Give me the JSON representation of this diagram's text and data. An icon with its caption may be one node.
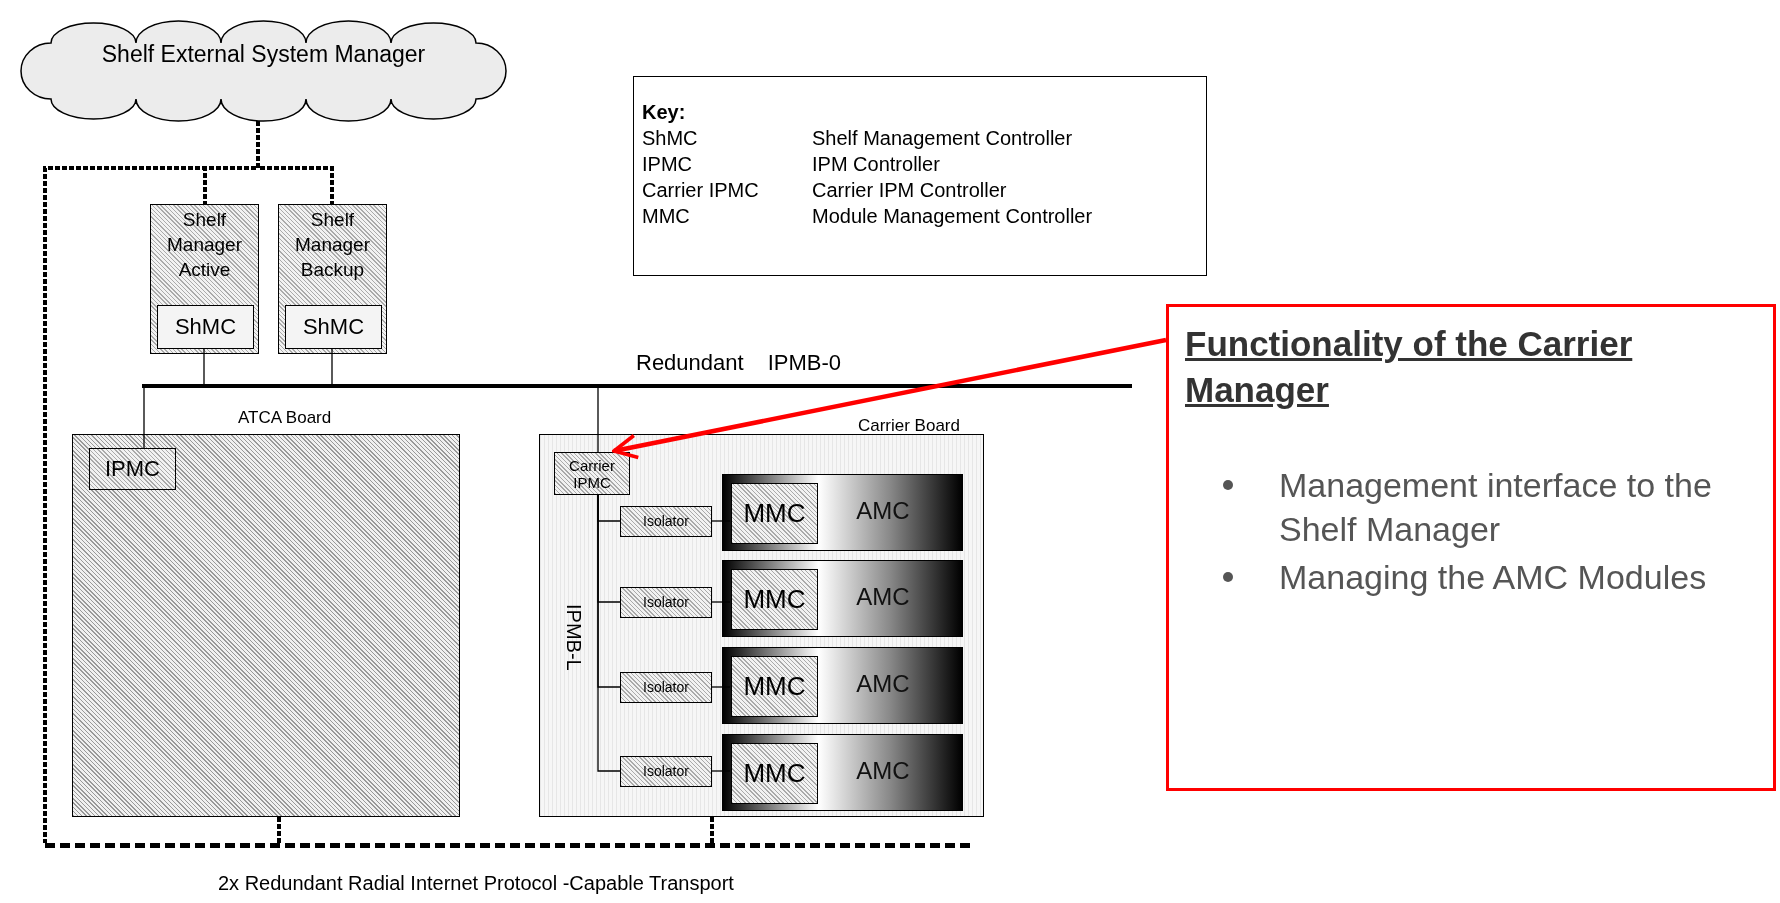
{
  "diagram": {
    "nodes": [
      {
        "text": [
          "Shelf External System Manager"
        ]
      },
      {
        "text": [
          "Key:",
          "ShMC",
          "Shelf Management Controller",
          "IPMC",
          "IPM Controller",
          "Carrier IPMC",
          "Carrier IPM Controller",
          "MMC",
          "Module Management Controller"
        ]
      },
      {
        "text": [
          "Shelf Manager Active"
        ]
      },
      {
        "text": [
          "ShMC"
        ],
        "in": 2
      },
      {
        "text": [
          "Shelf Manager Backup"
        ]
      },
      {
        "text": [
          "ShMC"
        ],
        "in": 4
      },
      {
        "text": [
          "Functionality of the Carrier Manager",
          "Management interface to the Shelf Manager",
          "Managing the AMC Modules"
        ]
      },
      {
        "text": [],
        "shape": "bar"
      },
      {
        "text": [
          "ATCA Board"
        ]
      },
      {
        "text": [
          "IPMC"
        ],
        "in": 8
      },
      {
        "text": [
          "Carrier Board"
        ]
      },
      {
        "text": [
          "Carrier IPMC"
        ],
        "in": 10
      },
      {
        "text": [
          "Isolator"
        ],
        "in": 10
      },
      {
        "text": [
          "AMC"
        ],
        "in": 10
      },
      {
        "text": [
          "MMC"
        ],
        "in": 13
      },
      {
        "text": [
          "Isolator"
        ],
        "in": 10
      },
      {
        "text": [
          "AMC"
        ],
        "in": 10
      },
      {
        "text": [
          "MMC"
        ],
        "in": 16
      },
      {
        "text": [
          "Isolator"
        ],
        "in": 10
      },
      {
        "text": [
          "AMC"
        ],
        "in": 10
      },
      {
        "text": [
          "MMC"
        ],
        "in": 19
      },
      {
        "text": [
          "Isolator"
        ],
        "in": 10
      },
      {
        "text": [
          "AMC"
        ],
        "in": 10
      },
      {
        "text": [
          "MMC"
        ],
        "in": 22
      },
      {
        "text": [],
        "shape": "bar"
      }
    ],
    "edges": [
      {
        "from": 0,
        "to": 2,
        "arrow": "none",
        "style": "dashed"
      },
      {
        "from": 0,
        "to": 4,
        "arrow": "none",
        "style": "dashed"
      },
      {
        "from": 0,
        "to": 24,
        "arrow": "none",
        "style": "dashed"
      },
      {
        "from": 3,
        "to": 7,
        "arrow": "none"
      },
      {
        "from": 5,
        "to": 7,
        "arrow": "none"
      },
      {
        "from": 7,
        "to": 9,
        "arrow": "none"
      },
      {
        "from": 7,
        "to": 11,
        "arrow": "none"
      },
      {
        "from": 6,
        "to": 11,
        "arrow": "to",
        "style": "thick",
        "color": "#ff0000"
      },
      {
        "from": 11,
        "to": 12,
        "arrow": "none"
      },
      {
        "from": 11,
        "to": 15,
        "arrow": "none"
      },
      {
        "from": 11,
        "to": 18,
        "arrow": "none"
      },
      {
        "from": 11,
        "to": 21,
        "arrow": "none"
      },
      {
        "from": 12,
        "to": 14,
        "arrow": "none"
      },
      {
        "from": 15,
        "to": 17,
        "arrow": "none"
      },
      {
        "from": 18,
        "to": 20,
        "arrow": "none"
      },
      {
        "from": 21,
        "to": 23,
        "arrow": "none"
      },
      {
        "from": 8,
        "to": 24,
        "arrow": "none",
        "style": "dashed"
      },
      {
        "from": 10,
        "to": 24,
        "arrow": "none",
        "style": "dashed"
      }
    ],
    "labels": [
      "Redundant IPMB-0",
      "IPMB-L",
      "2x Redundant Radial Internet Protocol -Capable Transport"
    ]
  }
}
